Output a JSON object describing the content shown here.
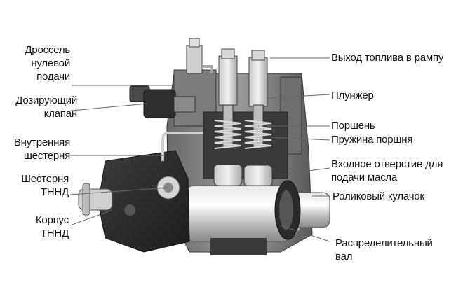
{
  "labels_left": [
    {
      "id": "throttle",
      "lines": [
        "Дроссель",
        "нулевой",
        "подачи"
      ]
    },
    {
      "id": "metering",
      "lines": [
        "Дозирующий",
        "клапан"
      ]
    },
    {
      "id": "internal-gear",
      "lines": [
        "Внутренняя",
        "шестерня"
      ]
    },
    {
      "id": "tnnd-gear",
      "lines": [
        "Шестерня",
        "ТННД"
      ]
    },
    {
      "id": "tnnd-housing",
      "lines": [
        "Корпус",
        "ТННД"
      ]
    }
  ],
  "labels_right": [
    {
      "id": "fuel-out",
      "lines": [
        "Выход топлива в рампу"
      ]
    },
    {
      "id": "plunger",
      "lines": [
        "Плунжер"
      ]
    },
    {
      "id": "piston",
      "lines": [
        "Поршень"
      ]
    },
    {
      "id": "piston-spring",
      "lines": [
        "Пружина поршня"
      ]
    },
    {
      "id": "oil-inlet",
      "lines": [
        "Входное отверстие для",
        "подачи масла"
      ]
    },
    {
      "id": "roller-cam",
      "lines": [
        "Роликовый кулачок"
      ]
    },
    {
      "id": "camshaft",
      "lines": [
        "Распределительный",
        "вал"
      ]
    }
  ]
}
